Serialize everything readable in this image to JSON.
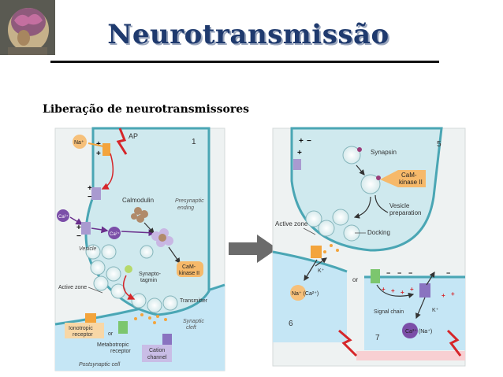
{
  "title": "Neurotransmissão",
  "subtitle": "Liberação de neurotransmissores",
  "left_panel": {
    "ion_na": "Na⁺",
    "ion_ca": "Ca²⁺",
    "ion_ca_inside": "Ca²⁺",
    "ap": "AP",
    "step1": "1",
    "calmodulin": "Calmodulin",
    "presynaptic_ending": [
      "Presynaptic",
      "ending"
    ],
    "vesicle": "Vesicle",
    "camkinase": [
      "CaM-",
      "kinase II"
    ],
    "synaptotagmin": [
      "Synapto-",
      "tagmin"
    ],
    "active_zone": "Active zone",
    "transmitter": "Transmitter",
    "synaptic_cleft": [
      "Synaptic",
      "cleft"
    ],
    "ionotropic": [
      "Ionotropic",
      "receptor"
    ],
    "or": "or",
    "metabotropic": [
      "Metabotropic",
      "receptor"
    ],
    "cation_channel": [
      "Cation",
      "channel"
    ],
    "postsynaptic_cell": "Postsynaptic cell"
  },
  "right_panel": {
    "step5": "5",
    "synapsin": "Synapsin",
    "camkinase": [
      "CaM-",
      "kinase II"
    ],
    "vesicle_preparation": [
      "Vesicle",
      "preparation"
    ],
    "active_zone": "Active zone",
    "docking": "Docking",
    "k_plus": "K⁺",
    "na_ca": "Na⁺ (Ca²⁺)",
    "or": "or",
    "signal_chain": "Signal chain",
    "k_plus2": "K⁺",
    "ca_na": "Ca²⁺ (Na⁺)",
    "step6": "6",
    "step7": "7"
  },
  "colors": {
    "title": "#1f3a6e",
    "presynaptic": "#cfe9ee",
    "postsynaptic": "#c5e6f5",
    "membrane": "#4aa6b4",
    "vesicle": "#e6f3f4",
    "camkinase": "#f6b96a",
    "red": "#d6262a"
  },
  "icons": {
    "logo": "brain-head-icon",
    "arrow": "right-arrow-icon"
  }
}
